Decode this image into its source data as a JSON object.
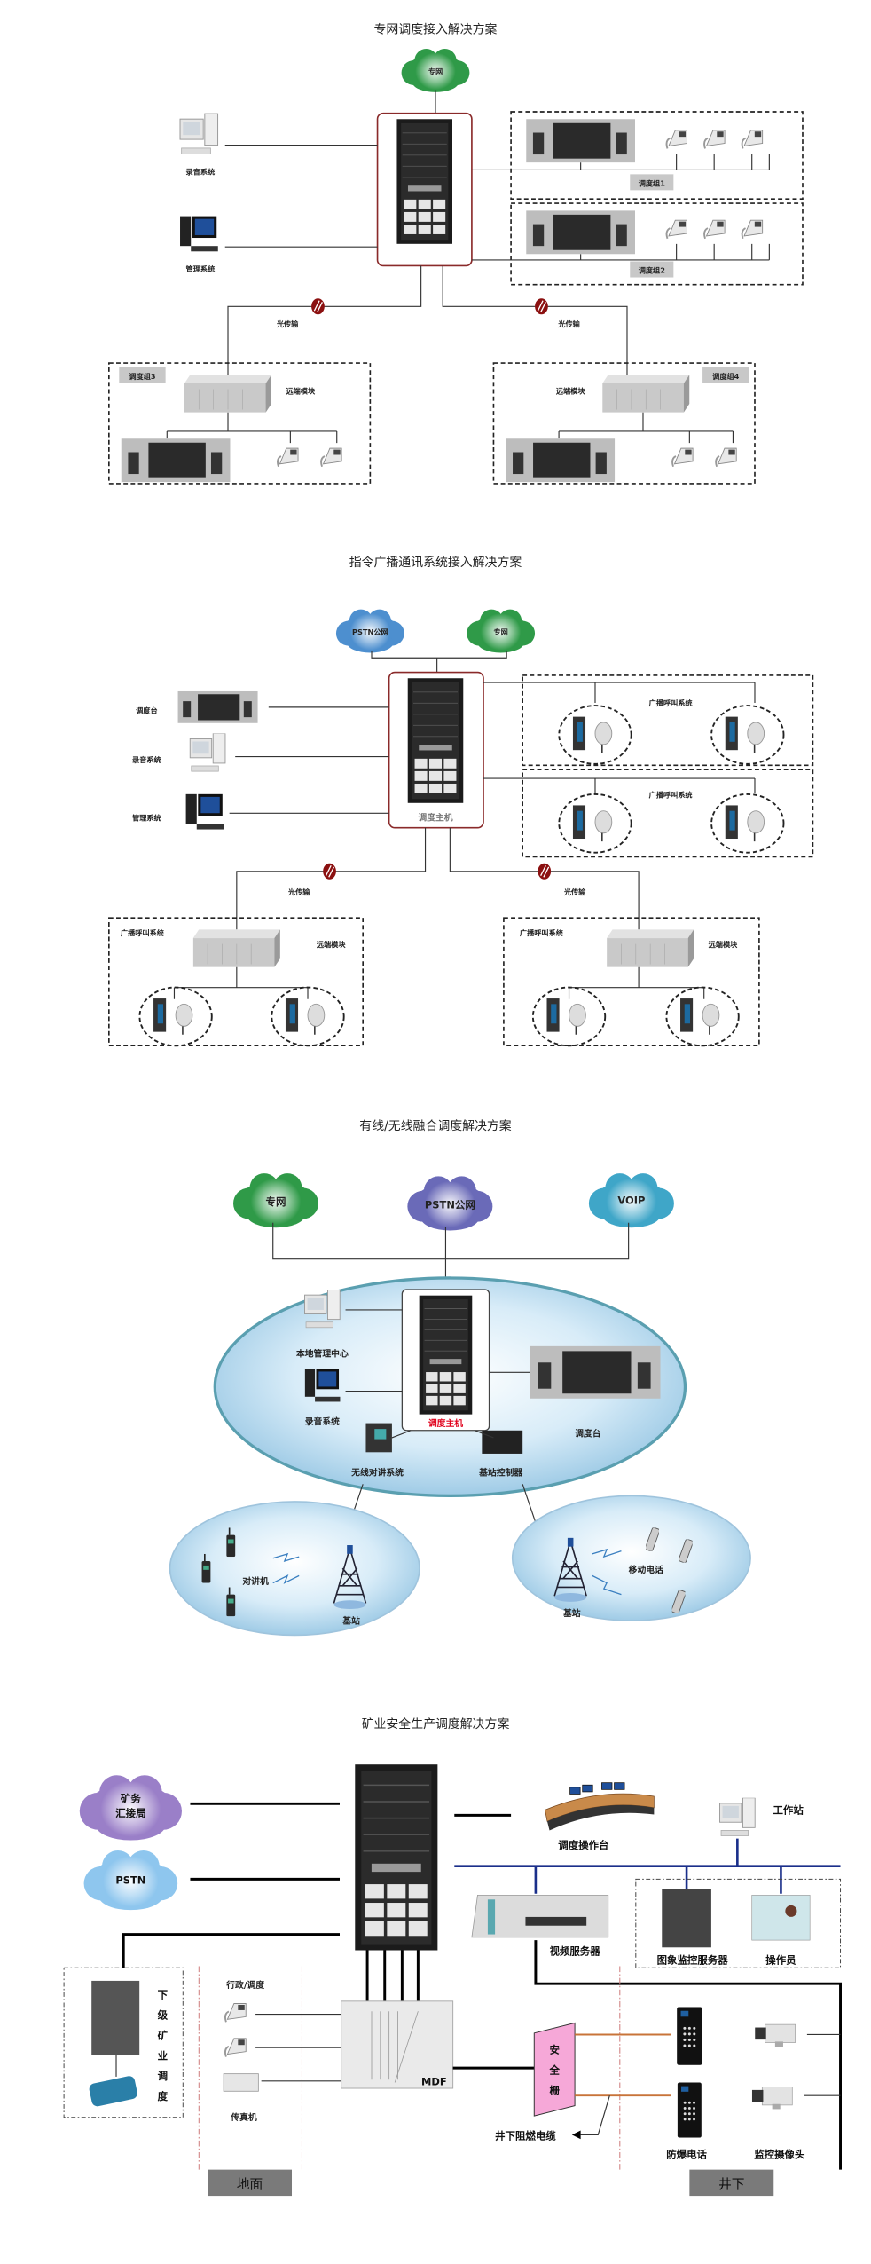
{
  "diagram1": {
    "title": "专网调度接入解决方案",
    "cloud": "专网",
    "recording": "录音系统",
    "management": "管理系统",
    "group1": "调度组1",
    "group2": "调度组2",
    "group3": "调度组3",
    "group4": "调度组4",
    "fiber_left": "光传输",
    "fiber_right": "光传输",
    "remote_left": "远端模块",
    "remote_right": "远端模块"
  },
  "diagram2": {
    "title": "指令广播通讯系统接入解决方案",
    "cloud_pstn": "PSTN公网",
    "cloud_private": "专网",
    "console": "调度台",
    "recording": "录音系统",
    "management": "管理系统",
    "host": "调度主机",
    "broadcast1": "广播呼叫系统",
    "broadcast2": "广播呼叫系统",
    "broadcast3": "广播呼叫系统",
    "broadcast4": "广播呼叫系统",
    "fiber_left": "光传输",
    "fiber_right": "光传输",
    "remote_left": "远端模块",
    "remote_right": "远端模块"
  },
  "diagram3": {
    "title": "有线/无线融合调度解决方案",
    "cloud_private": "专网",
    "cloud_pstn": "PSTN公网",
    "cloud_voip": "VOIP",
    "local_mgmt": "本地管理中心",
    "recording": "录音系统",
    "host": "调度主机",
    "console": "调度台",
    "wireless_intercom": "无线对讲系统",
    "bs_controller": "基站控制器",
    "walkie": "对讲机",
    "base_station_left": "基站",
    "mobile": "移动电话",
    "base_station_right": "基站",
    "host_color": "#e0001b"
  },
  "diagram4": {
    "title": "矿业安全生产调度解决方案",
    "cloud_mining_l1": "矿务",
    "cloud_mining_l2": "汇接局",
    "cloud_pstn": "PSTN",
    "console_desk": "调度操作台",
    "workstation": "工作站",
    "video_server": "视频服务器",
    "image_server": "图象监控服务器",
    "operator": "操作员",
    "sub_dispatch": [
      "下",
      "级",
      "矿",
      "业",
      "调",
      "度"
    ],
    "admin_dispatch": "行政/调度",
    "fax": "传真机",
    "mdf": "MDF",
    "barrier": [
      "安",
      "全",
      "栅"
    ],
    "cable": "井下阻燃电缆",
    "ex_phone": "防爆电话",
    "camera": "监控摄像头",
    "surface": "地面",
    "underground": "井下",
    "bus_color": "#1a2f8a",
    "barrier_color": "#f6a8d8"
  }
}
